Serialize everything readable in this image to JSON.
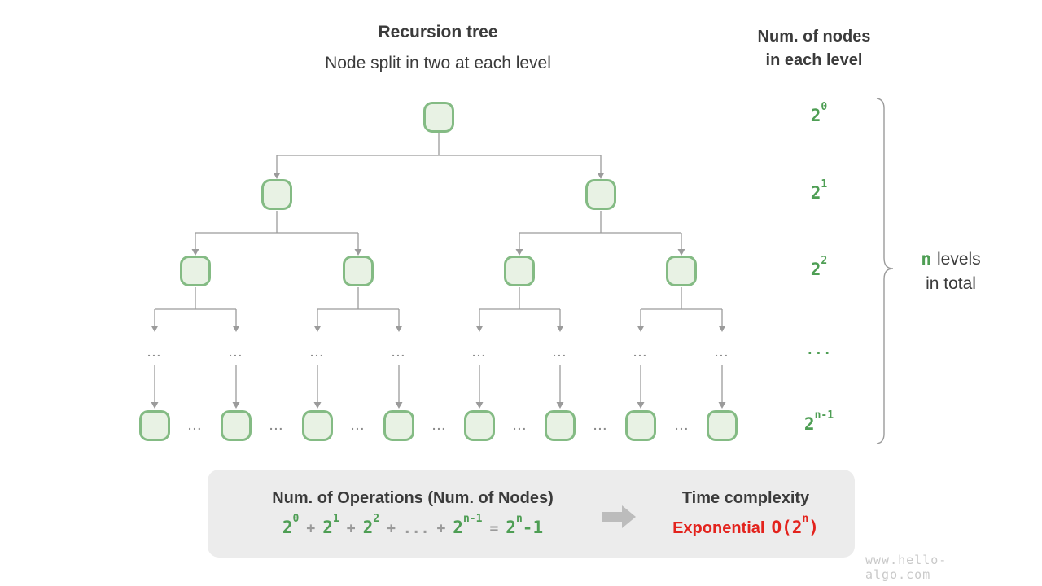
{
  "header": {
    "title": "Recursion tree",
    "subtitle": "Node split in two at each level",
    "right_title_line1": "Num. of nodes",
    "right_title_line2": "in each level"
  },
  "tree": {
    "dots": "...",
    "levels": [
      {
        "name": "level-0",
        "node_count": 1,
        "label_base": "2",
        "label_sup": "0"
      },
      {
        "name": "level-1",
        "node_count": 2,
        "label_base": "2",
        "label_sup": "1"
      },
      {
        "name": "level-2",
        "node_count": 4,
        "label_base": "2",
        "label_sup": "2"
      },
      {
        "name": "level-ellipsis",
        "label": "..."
      },
      {
        "name": "level-n-1",
        "node_count": 8,
        "label_base": "2",
        "label_sup": "n-1"
      }
    ]
  },
  "brace_note": {
    "n": "n",
    "line1_rest": "levels",
    "line2": "in total"
  },
  "summary": {
    "left_title": "Num. of Operations (Num. of Nodes)",
    "formula": {
      "t0_base": "2",
      "t0_sup": "0",
      "op1": "+",
      "t1_base": "2",
      "t1_sup": "1",
      "op2": "+",
      "t2_base": "2",
      "t2_sup": "2",
      "op3": "+",
      "dots": "...",
      "op4": "+",
      "t3_base": "2",
      "t3_sup": "n-1",
      "eq": "=",
      "t4_base": "2",
      "t4_sup": "n",
      "t4_suffix": "-1"
    },
    "right_title": "Time complexity",
    "result_word": "Exponential",
    "bigo_prefix": "O(2",
    "bigo_sup": "n",
    "bigo_suffix": ")"
  },
  "watermark": "www.hello-algo.com",
  "colors": {
    "node_fill": "#e8f2e4",
    "node_border": "#84bb84",
    "green_text": "#4e9e54",
    "red_text": "#e3231d",
    "line_gray": "#9b9b9b",
    "dots_gray": "#8b8b8b",
    "box_bg": "#ececec",
    "arrow_gray": "#bcbcbc"
  }
}
